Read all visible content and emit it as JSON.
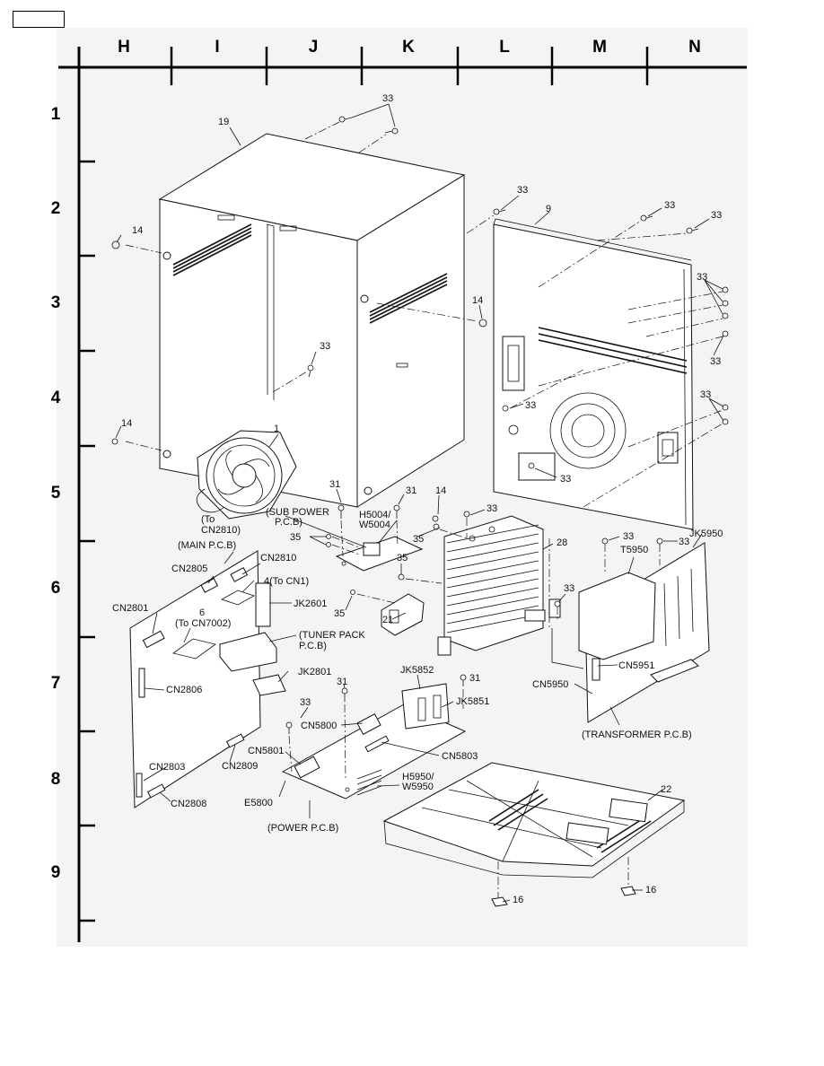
{
  "grid": {
    "columns": [
      "H",
      "I",
      "J",
      "K",
      "L",
      "M",
      "N"
    ],
    "rows": [
      "1",
      "2",
      "3",
      "4",
      "5",
      "6",
      "7",
      "8",
      "9"
    ]
  },
  "parts": [
    {
      "id": "fan",
      "ref": "1"
    },
    {
      "id": "rear-panel",
      "ref": "9"
    },
    {
      "id": "foot-left",
      "ref": "16"
    },
    {
      "id": "foot-right",
      "ref": "16"
    },
    {
      "id": "top-cabinet",
      "ref": "19"
    },
    {
      "id": "bracket",
      "ref": "21"
    },
    {
      "id": "bottom-chassis",
      "ref": "22"
    },
    {
      "id": "heatsink",
      "ref": "28"
    }
  ],
  "screws": {
    "s14": "14",
    "s31": "31",
    "s33": "33",
    "s35": "35"
  },
  "connectors": {
    "cn2801": "CN2801",
    "cn2803": "CN2803",
    "cn2805": "CN2805",
    "cn2806": "CN2806",
    "cn2808": "CN2808",
    "cn2809": "CN2809",
    "cn2810": "CN2810",
    "cn5800": "CN5800",
    "cn5801": "CN5801",
    "cn5803": "CN5803",
    "cn5950": "CN5950",
    "cn5951": "CN5951",
    "jk2601": "JK2601",
    "jk2801": "JK2801",
    "jk5851": "JK5851",
    "jk5852": "JK5852",
    "jk5950": "JK5950",
    "t5950": "T5950",
    "e5800": "E5800",
    "h5004": "H5004/",
    "w5004": "W5004",
    "h5950": "H5950/",
    "w5950": "W5950"
  },
  "notes": {
    "to_cn2810_a": "(To",
    "to_cn2810_b": "CN2810)",
    "sub_power_a": "(SUB POWER",
    "sub_power_b": "P.C.B)",
    "main_pcb": "(MAIN P.C.B)",
    "to_cn1": "4(To CN1)",
    "six": "6",
    "to_cn7002": "(To CN7002)",
    "tuner_pack_a": "(TUNER PACK",
    "tuner_pack_b": "P.C.B)",
    "power_pcb": "(POWER P.C.B)",
    "transformer_pcb": "(TRANSFORMER P.C.B)"
  }
}
